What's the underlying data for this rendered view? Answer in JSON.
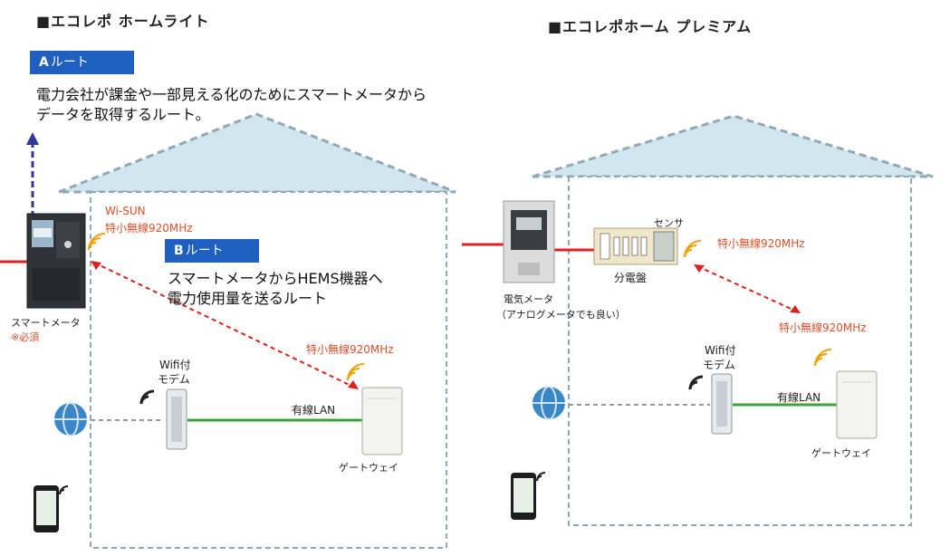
{
  "left": {
    "title": "■エコレポ ホームライト",
    "route_a": {
      "letter": "A",
      "label": "ルート"
    },
    "route_a_desc_line1": "電力会社が課金や一部見える化のためにスマートメータから",
    "route_a_desc_line2": "データを取得するルート。",
    "wisun": "Wi-SUN",
    "wisun_freq": "特小無線920MHz",
    "route_b": {
      "letter": "B",
      "label": "ルート"
    },
    "route_b_desc_line1": "スマートメータからHEMS機器へ",
    "route_b_desc_line2": "電力使用量を送るルート",
    "smart_meter": "スマートメータ",
    "smart_meter_note": "※必須",
    "gw_freq": "特小無線920MHz",
    "modem_line1": "Wifi付",
    "modem_line2": "モデム",
    "lan": "有線LAN",
    "gateway": "ゲートウェイ"
  },
  "right": {
    "title": "■エコレポホーム プレミアム",
    "sensor": "センサ",
    "panel_freq": "特小無線920MHz",
    "panel": "分電盤",
    "meter_line1": "電気メータ",
    "meter_line2": "（アナログメータでも良い）",
    "gw_freq": "特小無線920MHz",
    "modem_line1": "Wifi付",
    "modem_line2": "モデム",
    "lan": "有線LAN",
    "gateway": "ゲートウェイ"
  },
  "colors": {
    "house": "#8fa9b5",
    "roof": "#d2e6ef",
    "route": "#1f5fbf",
    "red_text": "#e0502a",
    "lan": "#3aa33a",
    "power": "#e02020"
  }
}
